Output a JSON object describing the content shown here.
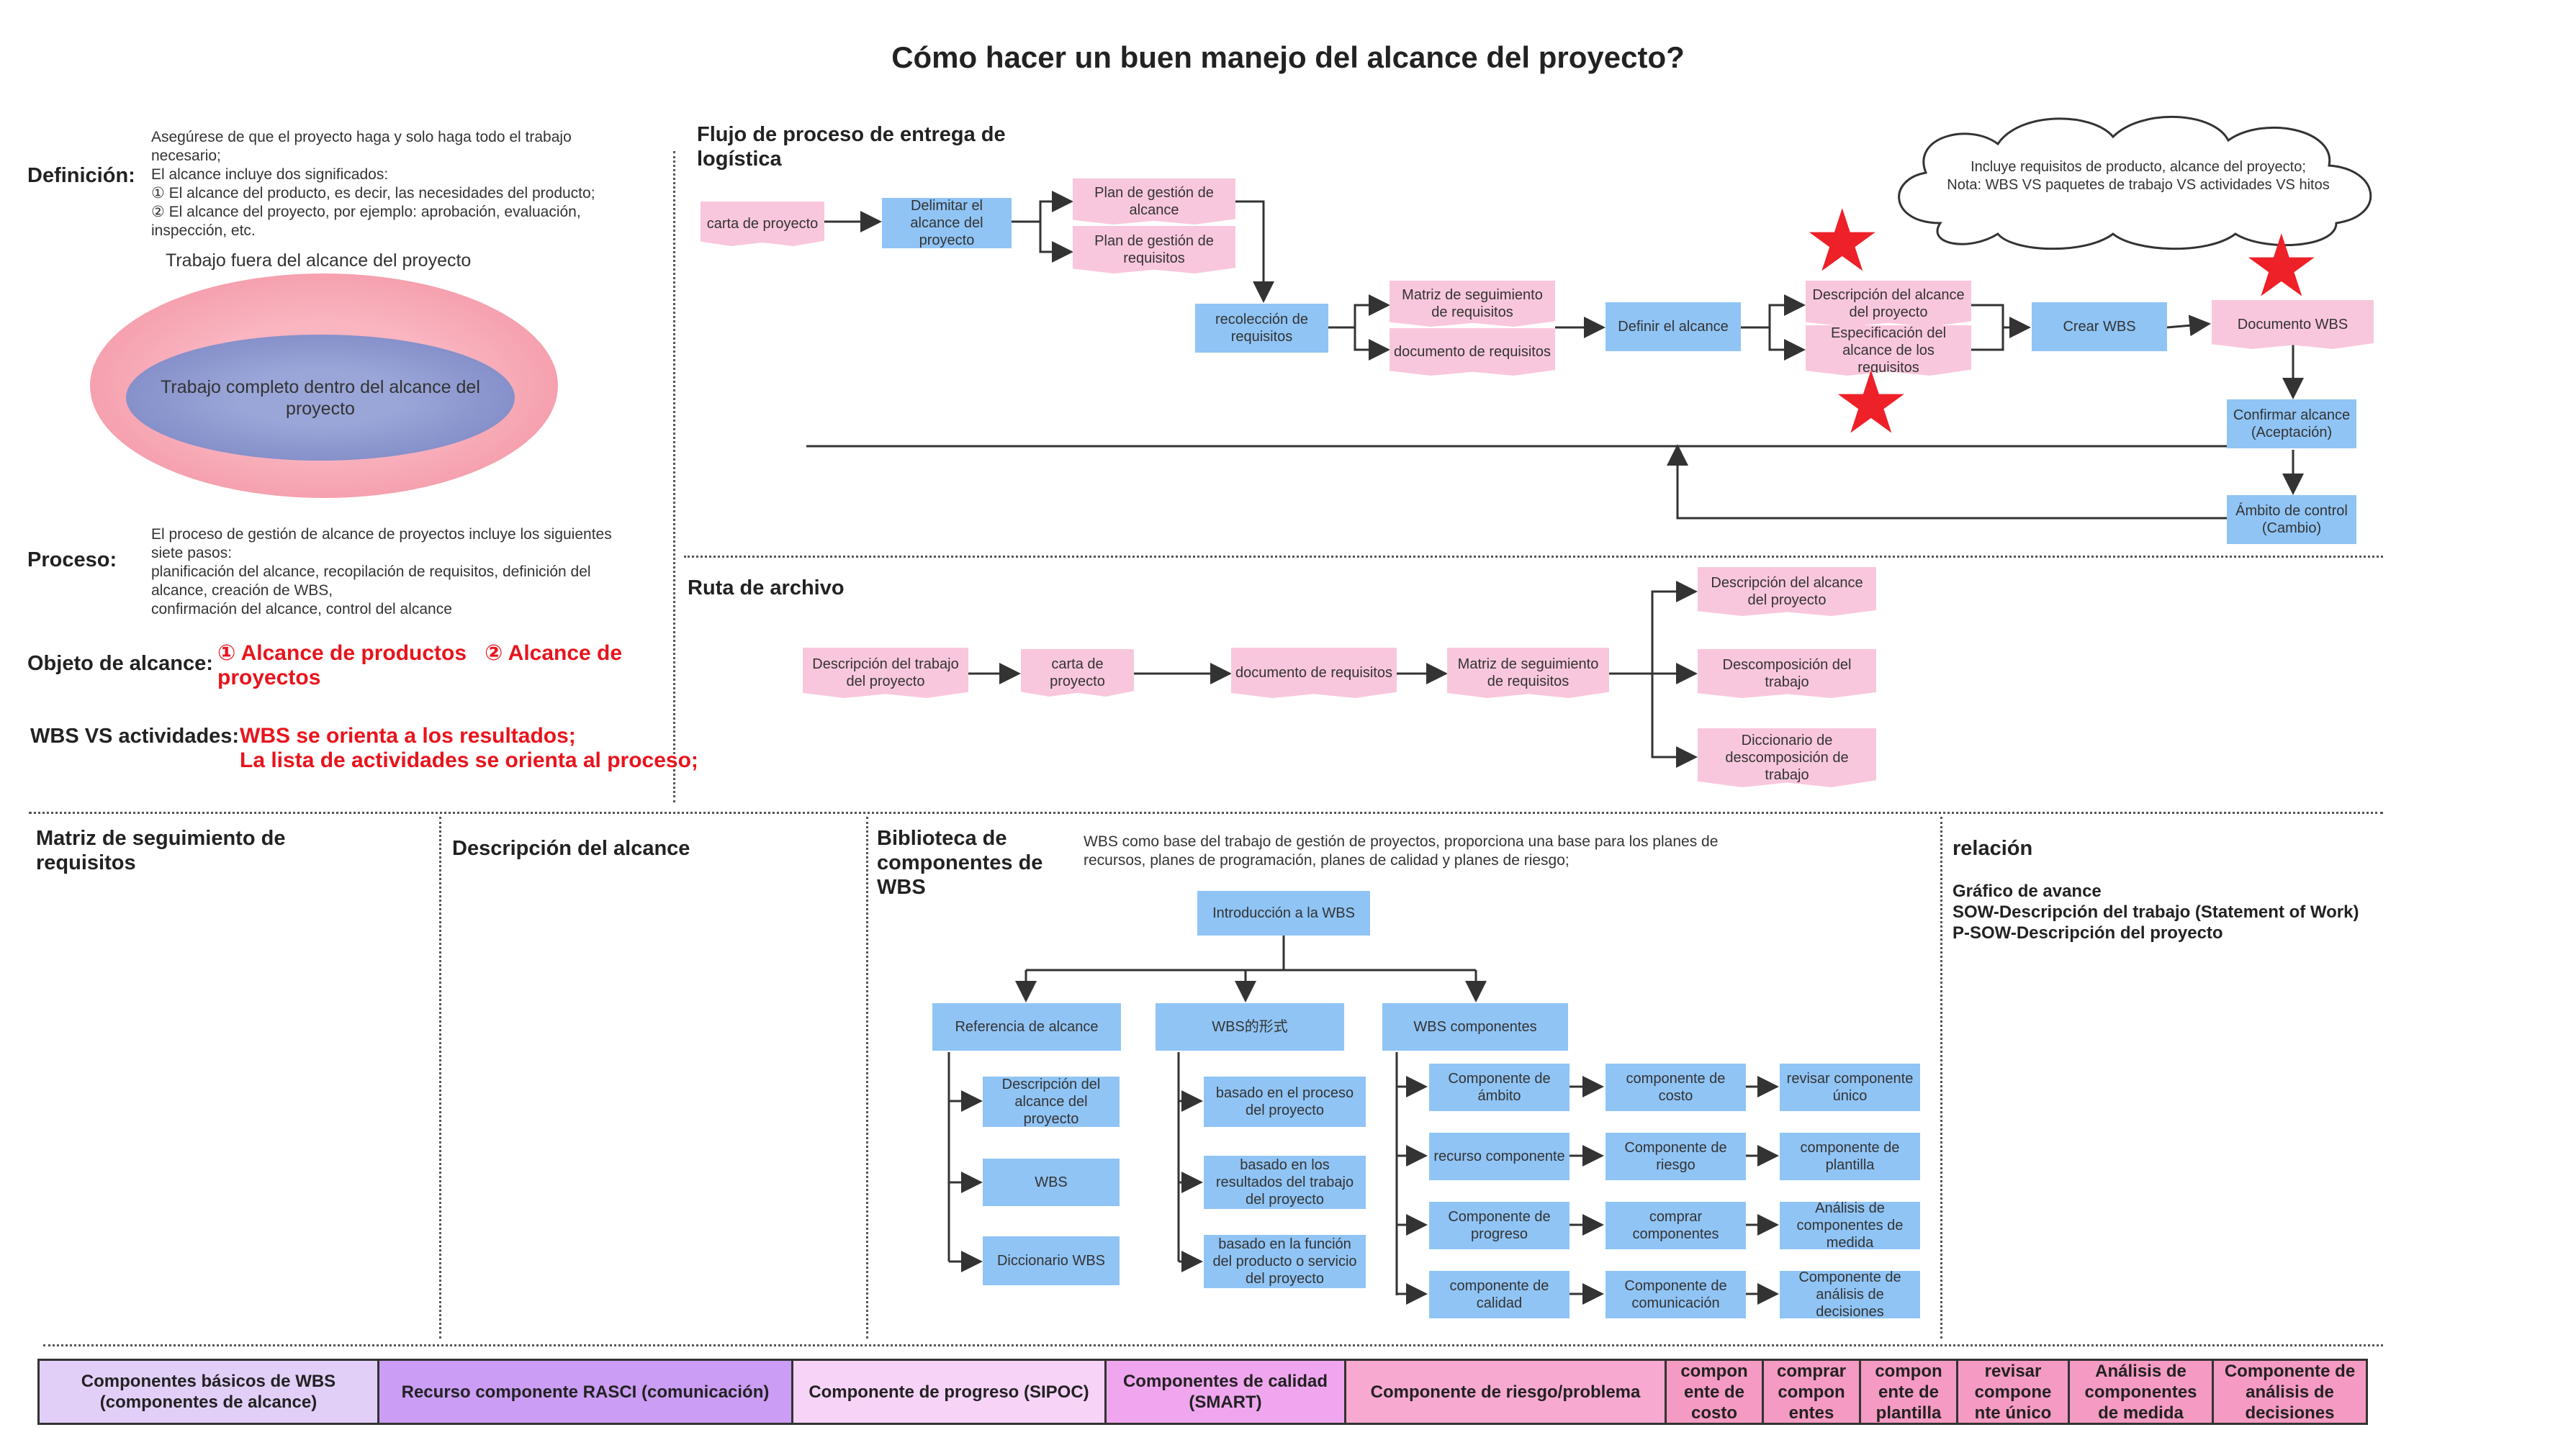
{
  "title": "Cómo hacer un buen manejo del alcance del proyecto?",
  "definicion": {
    "label": "Definición:",
    "text": [
      "Asegúrese de que el proyecto haga y solo haga todo el trabajo",
      "necesario;",
      "El alcance incluye dos significados:",
      "① El alcance del producto, es decir, las necesidades del producto;",
      "② El alcance del proyecto, por ejemplo: aprobación, evaluación,",
      "inspección, etc."
    ],
    "outer_label": "Trabajo fuera del alcance del proyecto",
    "inner_label": "Trabajo completo dentro del alcance del proyecto"
  },
  "proceso": {
    "label": "Proceso:",
    "text": [
      "El proceso de gestión de alcance de proyectos incluye los siguientes",
      "siete pasos:",
      "planificación del alcance, recopilación de requisitos, definición del",
      "alcance, creación de WBS,",
      "confirmación del alcance, control del alcance"
    ]
  },
  "objeto": {
    "label": "Objeto de alcance:",
    "line1": "① Alcance de productos   ② Alcance de",
    "line2": "proyectos"
  },
  "wbs_vs": {
    "label": "WBS VS actividades:",
    "line1": "WBS se orienta a los resultados;",
    "line2": "La lista de actividades se orienta al proceso;"
  },
  "flujo": {
    "title_line1": "Flujo de proceso de entrega de",
    "title_line2": "logística",
    "cloud_line1": "Incluye requisitos de producto, alcance del proyecto;",
    "cloud_line2": "Nota: WBS VS paquetes de trabajo VS actividades VS hitos",
    "nodes": {
      "carta": "carta de proyecto",
      "delimitar": "Delimitar el alcance del proyecto",
      "plan_alcance": "Plan de gestión de alcance",
      "plan_req": "Plan de gestión de requisitos",
      "recoleccion": "recolección de requisitos",
      "matriz": "Matriz de seguimiento de requisitos",
      "documento": "documento de requisitos",
      "definir": "Definir el alcance",
      "descripcion": "Descripción del alcance del proyecto",
      "especificacion": "Especificación del alcance de los requisitos",
      "crear_wbs": "Crear WBS",
      "doc_wbs": "Documento WBS",
      "confirmar": "Confirmar alcance (Aceptación)",
      "ambito": "Ámbito de control (Cambio)"
    }
  },
  "ruta": {
    "title": "Ruta de archivo",
    "nodes": {
      "desc_trabajo": "Descripción del trabajo del proyecto",
      "carta": "carta de proyecto",
      "documento": "documento de requisitos",
      "matriz": "Matriz de seguimiento de requisitos",
      "desc_alcance": "Descripción del alcance del proyecto",
      "descomp": "Descomposición del trabajo",
      "diccionario": "Diccionario de descomposición de trabajo"
    }
  },
  "matriz_section": {
    "title_line1": "Matriz de seguimiento de",
    "title_line2": "requisitos"
  },
  "descripcion_section": {
    "title": "Descripción del alcance"
  },
  "biblioteca": {
    "title_line1": "Biblioteca de",
    "title_line2": "componentes de",
    "title_line3": "WBS",
    "desc_line1": "WBS como base del trabajo de gestión de proyectos, proporciona una base para los planes de",
    "desc_line2": "recursos, planes de programación, planes de calidad y planes de riesgo;",
    "root": "Introducción a la WBS",
    "ref": "Referencia de alcance",
    "forma": "WBS的形式",
    "comp": "WBS componentes",
    "ref_items": [
      "Descripción del alcance del proyecto",
      "WBS",
      "Diccionario WBS"
    ],
    "forma_items": [
      "basado en el proceso del proyecto",
      "basado en los resultados del trabajo del proyecto",
      "basado en la función del producto o servicio del proyecto"
    ],
    "comp_col1": [
      "Componente de ámbito",
      "recurso componente",
      "Componente de progreso",
      "componente de calidad"
    ],
    "comp_col2": [
      "componente de costo",
      "Componente de riesgo",
      "comprar componentes",
      "Componente de comunicación"
    ],
    "comp_col3": [
      "revisar componente único",
      "componente de plantilla",
      "Análisis de componentes de medida",
      "Componente de análisis de decisiones"
    ]
  },
  "relacion": {
    "title": "relación",
    "lines": [
      "Gráfico de avance",
      "SOW-Descripción del trabajo (Statement of Work)",
      "P-SOW-Descripción del proyecto"
    ]
  },
  "bottom": [
    {
      "text": "Componentes básicos de WBS (componentes de alcance)",
      "color": "#e2cff8"
    },
    {
      "text": "Recurso componente RASCI (comunicación)",
      "color": "#cb9df4"
    },
    {
      "text": "Componente de progreso (SIPOC)",
      "color": "#f7d3f7"
    },
    {
      "text": "Componentes de calidad (SMART)",
      "color": "#f0a6ef"
    },
    {
      "text": "Componente de riesgo/problema",
      "color": "#f7a9cf"
    },
    {
      "text": "compon ente de costo",
      "color": "#f59ac2"
    },
    {
      "text": "comprar compon entes",
      "color": "#f59ac2"
    },
    {
      "text": "compon ente de plantilla",
      "color": "#f59ac2"
    },
    {
      "text": "revisar compone nte único",
      "color": "#f59ac2"
    },
    {
      "text": "Análisis de componentes de medida",
      "color": "#f59ac2"
    },
    {
      "text": "Componente de análisis de decisiones",
      "color": "#f59ac2"
    }
  ],
  "colors": {
    "blue_box": "#90c4f5",
    "pink_box": "#f9c7dd",
    "star": "#ee2028",
    "accent_red": "#e8141c"
  }
}
